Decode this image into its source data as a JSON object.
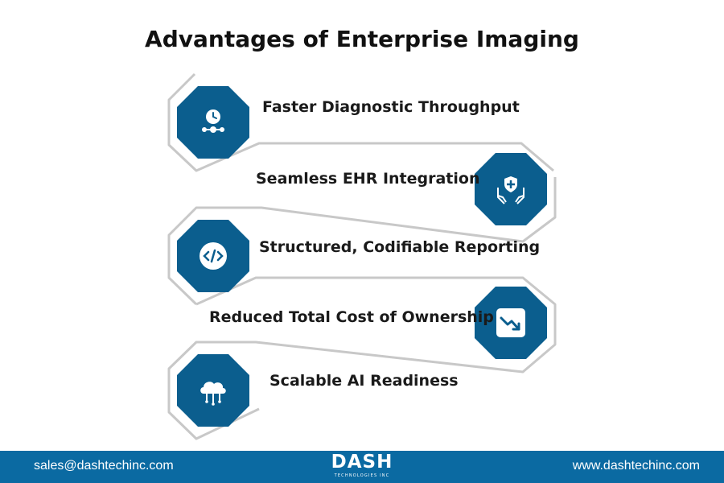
{
  "title": "Advantages of Enterprise Imaging",
  "colors": {
    "accent": "#0b5e8e",
    "footer": "#0b6aa2",
    "connector": "#c8c8c8"
  },
  "items": [
    {
      "label": "Faster Diagnostic Throughput",
      "icon": "clock-timeline-icon"
    },
    {
      "label": "Seamless EHR Integration",
      "icon": "hands-shield-icon"
    },
    {
      "label": "Structured, Codifiable Reporting",
      "icon": "code-icon"
    },
    {
      "label": "Reduced Total Cost of Ownership",
      "icon": "trend-down-icon"
    },
    {
      "label": "Scalable AI Readiness",
      "icon": "cloud-network-icon"
    }
  ],
  "footer": {
    "email": "sales@dashtechinc.com",
    "website": "www.dashtechinc.com",
    "logo_text": "DASH",
    "logo_subtext": "TECHNOLOGIES INC"
  }
}
